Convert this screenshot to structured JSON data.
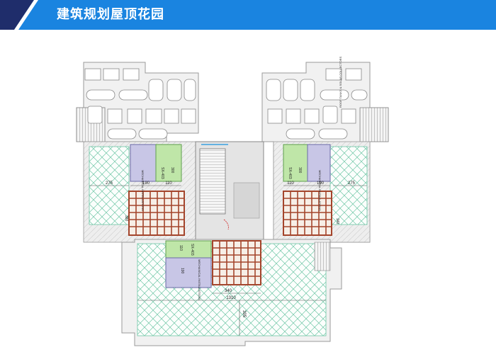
{
  "header": {
    "title": "建筑规划屋顶花园",
    "band_color": "#1a84e0",
    "dark_color": "#1f2d6b"
  },
  "plan": {
    "labels": {
      "tank_left": "SX-403",
      "tank_right": "SX-403",
      "tank_bottom": "SX-403",
      "mech_left": "MECHANICAL INSTALLATIONS",
      "mech_right": "MECHANICAL INSTALLATIONS",
      "mech_bottom": "MECHANICAL INSTALLATIONS",
      "solar_note": "ROOF TANKS & SOLAR COLLECTORS"
    },
    "dims": {
      "left_width": "275",
      "left_mech_w": "190",
      "left_tank_w": "110",
      "left_tank_h": "300",
      "left_depth": "380",
      "right_width": "275",
      "right_mech_w": "190",
      "right_tank_w": "110",
      "right_tank_h": "300",
      "right_depth": "340",
      "bottom_tank_w": "110",
      "bottom_mech_h": "190",
      "pergola_w": "340",
      "total_w": "1310",
      "bottom_depth": "395"
    },
    "colors": {
      "deck": "#6fc6a6",
      "pergola": "#a4452c",
      "mech": "#c8c6e6",
      "tank": "#bfe6a8",
      "wall": "#999999"
    }
  }
}
